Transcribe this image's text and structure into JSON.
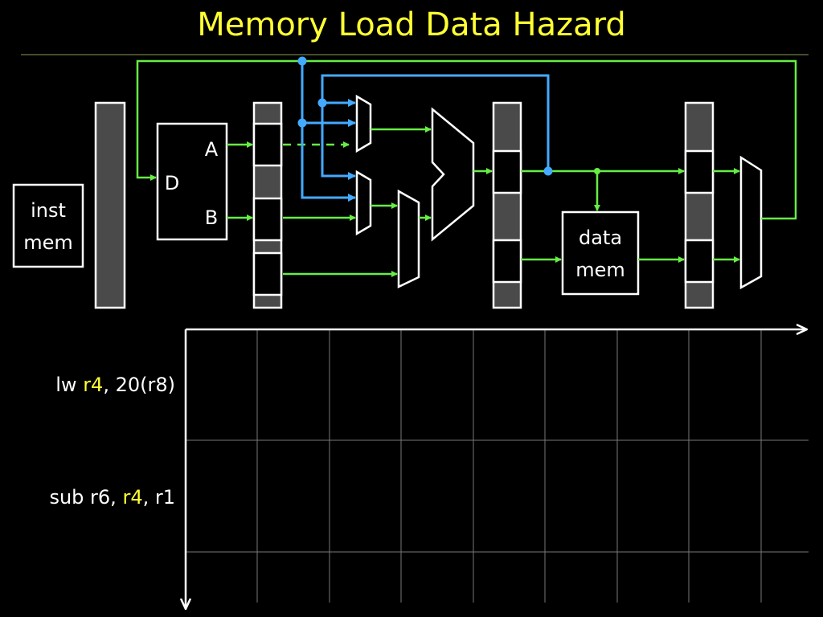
{
  "title": "Memory Load Data Hazard",
  "labels": {
    "inst_mem_1": "inst",
    "inst_mem_2": "mem",
    "regfile_d": "D",
    "regfile_a": "A",
    "regfile_b": "B",
    "data_mem_1": "data",
    "data_mem_2": "mem"
  },
  "instructions": [
    {
      "op": "lw",
      "dest": "r4",
      "rest": ", 20(r8)"
    },
    {
      "op": "sub r6, ",
      "dest": "r4",
      "rest": ", r1"
    }
  ],
  "colors": {
    "title": "#FFFF33",
    "highlight": "#FFFF33",
    "wire": "#66EE44",
    "forward": "#44AAFF",
    "pipe_reg": "#4A4A4A",
    "grid": "#777777"
  }
}
